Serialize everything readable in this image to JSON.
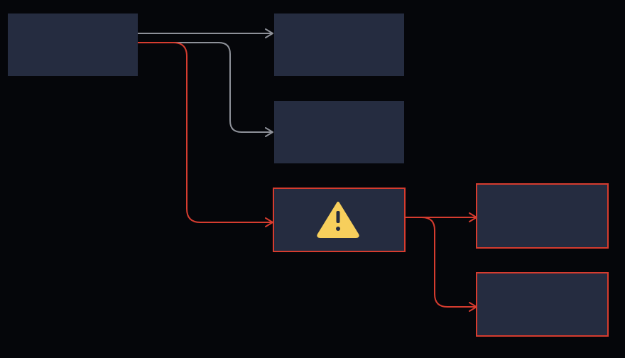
{
  "diagram": {
    "background": "#05060a",
    "node_fill": "#252c40",
    "normal_edge_color": "#8e9199",
    "alert_edge_color": "#d63c2f",
    "warning_icon_color": "#f7cf5c",
    "warning_icon_glyph_color": "#252c40",
    "nodes": [
      {
        "id": "source",
        "status": "normal",
        "label": ""
      },
      {
        "id": "target-a",
        "status": "normal",
        "label": ""
      },
      {
        "id": "target-b",
        "status": "normal",
        "label": ""
      },
      {
        "id": "target-c",
        "status": "warning",
        "label": "",
        "icon": "warning-triangle-icon"
      },
      {
        "id": "target-d",
        "status": "alert",
        "label": ""
      },
      {
        "id": "target-e",
        "status": "alert",
        "label": ""
      }
    ],
    "edges": [
      {
        "from": "source",
        "to": "target-a",
        "status": "normal"
      },
      {
        "from": "source",
        "to": "target-b",
        "status": "normal"
      },
      {
        "from": "source",
        "to": "target-c",
        "status": "alert"
      },
      {
        "from": "target-c",
        "to": "target-d",
        "status": "alert"
      },
      {
        "from": "target-c",
        "to": "target-e",
        "status": "alert"
      }
    ]
  }
}
